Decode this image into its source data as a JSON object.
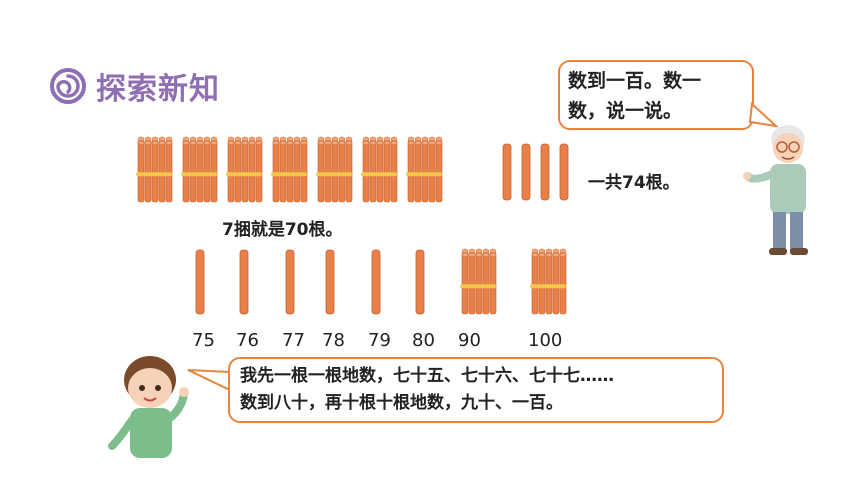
{
  "header": {
    "title": "探索新知",
    "icon": "spiral-icon"
  },
  "teacher": {
    "bubble_line1": "数到一百。数一",
    "bubble_line2": "数，说一说。",
    "figure": "teacher-figure"
  },
  "row1": {
    "bundles": 7,
    "singles": 4,
    "caption": "7捆就是70根。",
    "total_text": "一共74根。"
  },
  "row2": {
    "items": [
      {
        "type": "stick",
        "label": "75"
      },
      {
        "type": "stick",
        "label": "76"
      },
      {
        "type": "stick",
        "label": "77"
      },
      {
        "type": "stick",
        "label": "78"
      },
      {
        "type": "stick",
        "label": "79"
      },
      {
        "type": "stick",
        "label": "80"
      },
      {
        "type": "bundle",
        "label": "90"
      },
      {
        "type": "bundle",
        "label": "100"
      }
    ]
  },
  "boy": {
    "bubble_line1": "我先一根一根地数，七十五、七十六、七十七……",
    "bubble_line2": "数到八十，再十根十根地数，九十、一百。",
    "figure": "boy-figure"
  },
  "colors": {
    "stick": "#e8804a",
    "stick_dark": "#c95c2c",
    "band": "#f2c84b",
    "bubble_border": "#e8843c",
    "title": "#8e6fb3"
  }
}
